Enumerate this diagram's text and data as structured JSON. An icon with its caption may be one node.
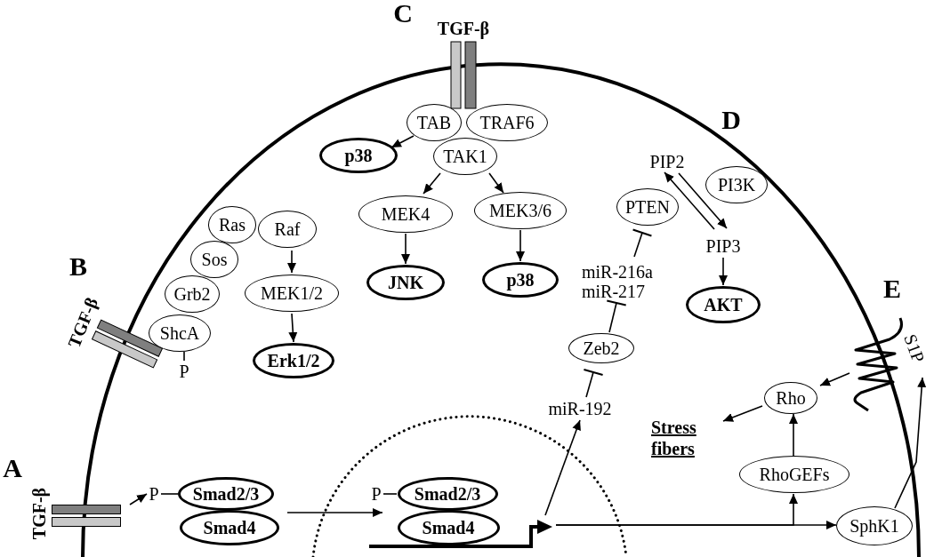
{
  "diagram": {
    "nodes": [
      {
        "text": [
          "ShcA"
        ]
      },
      {
        "text": [
          "Grb2"
        ]
      },
      {
        "text": [
          "Sos"
        ]
      },
      {
        "text": [
          "Ras"
        ]
      },
      {
        "text": [
          "Raf"
        ]
      },
      {
        "text": [
          "MEK1/2"
        ]
      },
      {
        "text": [
          "Erk1/2"
        ]
      },
      {
        "text": [
          "TAB"
        ]
      },
      {
        "text": [
          "TRAF6"
        ]
      },
      {
        "text": [
          "p38"
        ]
      },
      {
        "text": [
          "TAK1"
        ]
      },
      {
        "text": [
          "MEK4"
        ]
      },
      {
        "text": [
          "MEK3/6"
        ]
      },
      {
        "text": [
          "JNK"
        ]
      },
      {
        "text": [
          "p38"
        ]
      },
      {
        "text": [
          "PIP2"
        ]
      },
      {
        "text": [
          "PI3K"
        ]
      },
      {
        "text": [
          "PTEN"
        ]
      },
      {
        "text": [
          "PIP3"
        ]
      },
      {
        "text": [
          "AKT"
        ]
      },
      {
        "text": [
          "miR-216a miR-217"
        ]
      },
      {
        "text": [
          "Zeb2"
        ]
      },
      {
        "text": [
          "miR-192"
        ]
      },
      {
        "text": [
          "Rho"
        ]
      },
      {
        "text": [
          "Stress fibers"
        ]
      },
      {
        "text": [
          "RhoGEFs"
        ]
      },
      {
        "text": [
          "SphK1"
        ]
      },
      {
        "text": [
          "P"
        ]
      },
      {
        "text": [],
        "shape": "bar"
      },
      {
        "text": [
          "P"
        ]
      },
      {
        "text": [
          "Smad2/3"
        ]
      },
      {
        "text": [
          "Smad4"
        ]
      },
      {
        "text": [
          "P"
        ]
      },
      {
        "text": [
          "Smad2/3"
        ]
      },
      {
        "text": [
          "Smad4"
        ]
      },
      {
        "text": [],
        "shape": "arrow"
      },
      {
        "text": [],
        "shape": "picture"
      },
      {
        "text": [
          "S1P"
        ]
      }
    ],
    "edges": [
      {
        "from": 4,
        "to": 5,
        "arrow": "to"
      },
      {
        "from": 5,
        "to": 6,
        "arrow": "to"
      },
      {
        "from": 7,
        "to": 9,
        "arrow": "to"
      },
      {
        "from": 10,
        "to": 11,
        "arrow": "to"
      },
      {
        "from": 10,
        "to": 12,
        "arrow": "to"
      },
      {
        "from": 11,
        "to": 13,
        "arrow": "to"
      },
      {
        "from": 12,
        "to": 14,
        "arrow": "to"
      },
      {
        "from": 15,
        "to": 18,
        "arrow": "to"
      },
      {
        "from": 18,
        "to": 15,
        "arrow": "to"
      },
      {
        "from": 18,
        "to": 19,
        "arrow": "to"
      },
      {
        "from": 20,
        "to": 17,
        "arrow": "other"
      },
      {
        "from": 21,
        "to": 20,
        "arrow": "other"
      },
      {
        "from": 22,
        "to": 21,
        "arrow": "other"
      },
      {
        "from": 35,
        "to": 22,
        "arrow": "to"
      },
      {
        "from": 35,
        "to": 26,
        "arrow": "to"
      },
      {
        "from": 35,
        "to": 25,
        "arrow": "to"
      },
      {
        "from": 25,
        "to": 23,
        "arrow": "to"
      },
      {
        "from": 23,
        "to": 24,
        "arrow": "to"
      },
      {
        "from": 36,
        "to": 23,
        "arrow": "to"
      },
      {
        "from": 26,
        "to": 37,
        "arrow": "to"
      },
      {
        "from": 0,
        "to": 27,
        "arrow": "none"
      },
      {
        "from": 28,
        "to": 29,
        "arrow": "to"
      },
      {
        "from": 29,
        "to": 30,
        "arrow": "none"
      },
      {
        "from": 31,
        "to": 34,
        "arrow": "to"
      },
      {
        "from": 32,
        "to": 33,
        "arrow": "none"
      }
    ],
    "labels": [
      "C",
      "TGF-β",
      "D",
      "B",
      "E",
      "TGF-β",
      "A",
      "TGF-β"
    ]
  }
}
